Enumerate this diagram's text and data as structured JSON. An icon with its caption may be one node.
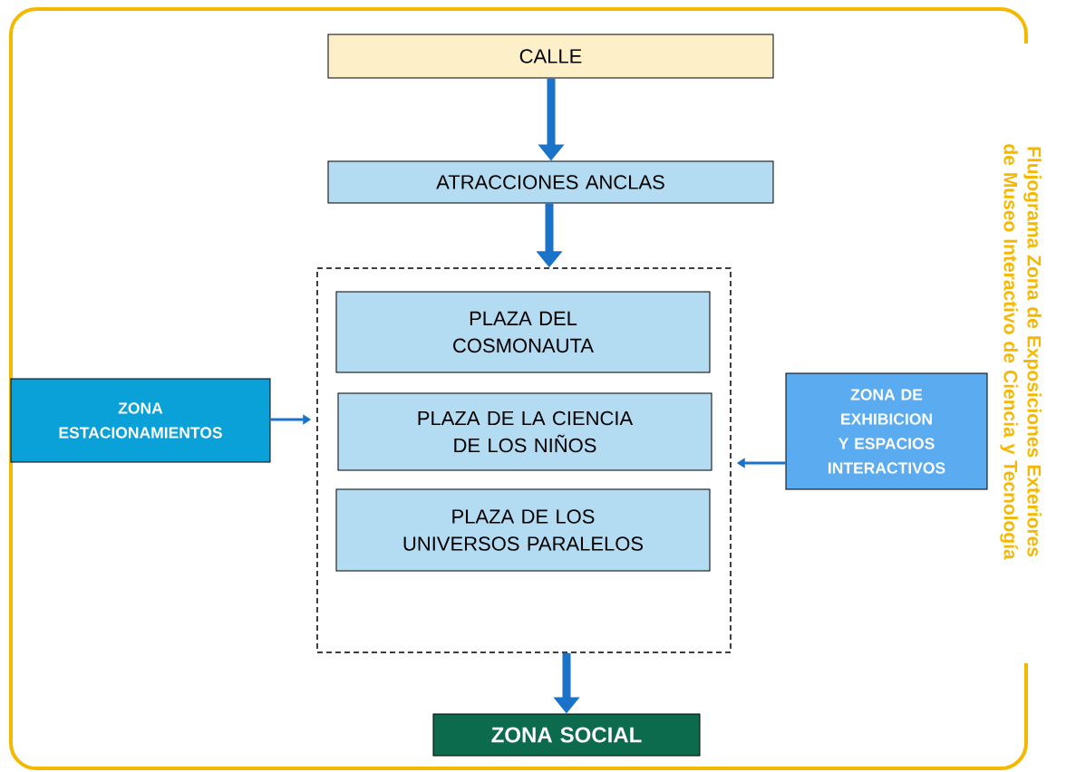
{
  "diagram": {
    "title": "Flujograma Zona de Exposiciones Exteriores de Museo Interactivo de Ciencia y Tecnología",
    "nodes": [
      {
        "text": [
          "CALLE"
        ]
      },
      {
        "text": [
          "ATRACCIONES ANCLAS"
        ]
      },
      {
        "text": [],
        "shape": "box"
      },
      {
        "text": [
          "PLAZA DEL COSMONAUTA"
        ],
        "in": 2
      },
      {
        "text": [
          "PLAZA DE LA CIENCIA DE LOS NIÑOS"
        ],
        "in": 2
      },
      {
        "text": [
          "PLAZA DE LOS UNIVERSOS PARALELOS"
        ],
        "in": 2
      },
      {
        "text": [
          "ZONA ESTACIONAMIENTOS"
        ]
      },
      {
        "text": [
          "ZONA DE EXHIBICION Y ESPACIOS INTERACTIVOS"
        ]
      },
      {
        "text": [
          "ZONA SOCIAL"
        ]
      }
    ],
    "edges": [
      {
        "from": 0,
        "to": 1,
        "arrow": "to"
      },
      {
        "from": 1,
        "to": 2,
        "arrow": "to"
      },
      {
        "from": 6,
        "to": 2,
        "arrow": "to"
      },
      {
        "from": 7,
        "to": 2,
        "arrow": "to"
      },
      {
        "from": 2,
        "to": 8,
        "arrow": "to"
      }
    ]
  }
}
